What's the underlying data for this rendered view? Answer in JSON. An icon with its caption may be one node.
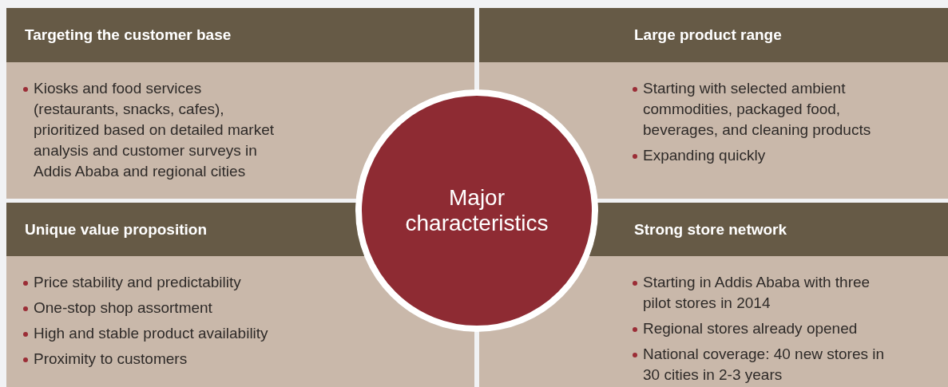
{
  "diagram": {
    "nodes": [
      {
        "text": [
          "Targeting the customer base",
          "Kiosks and food services (restaurants, snacks, cafes), prioritized based on detailed market analysis and customer surveys in Addis Ababa and regional cities"
        ]
      },
      {
        "text": [
          "Large product range",
          "Starting with selected ambient commodities, packaged food, beverages, and cleaning products",
          "Expanding quickly"
        ]
      },
      {
        "text": [
          "Unique value proposition",
          "Price stability and predictability",
          "One-stop shop assortment",
          "High and stable product availability",
          "Proximity to customers"
        ]
      },
      {
        "text": [
          "Strong store network",
          "Starting in Addis Ababa with three pilot stores in 2014",
          "Regional stores already opened",
          "National coverage: 40 new stores in 30 cities in 2-3 years"
        ]
      },
      {
        "text": [
          "Major characteristics"
        ]
      }
    ]
  }
}
